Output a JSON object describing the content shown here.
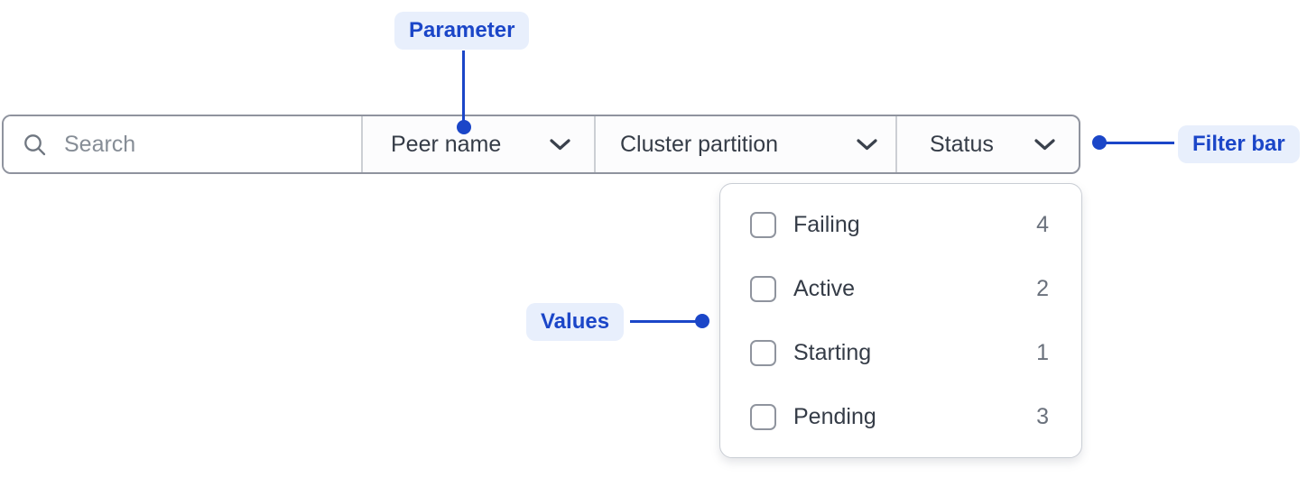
{
  "colors": {
    "accent_blue": "#1B46C8",
    "accent_pill_bg": "#E8EFFC",
    "bar_border": "#8F939E",
    "divider": "#CCCFD4",
    "text_dark": "#353C47",
    "text_muted": "#868D96",
    "count_gray": "#6A717C"
  },
  "annotations": {
    "parameter": {
      "label": "Parameter"
    },
    "filter_bar": {
      "label": "Filter bar"
    },
    "values": {
      "label": "Values"
    }
  },
  "filter_bar": {
    "search": {
      "placeholder": "Search"
    },
    "dropdowns": [
      {
        "label": "Peer name"
      },
      {
        "label": "Cluster partition"
      },
      {
        "label": "Status"
      }
    ]
  },
  "status_dropdown": {
    "options": [
      {
        "label": "Failing",
        "count": "4",
        "checked": false
      },
      {
        "label": "Active",
        "count": "2",
        "checked": false
      },
      {
        "label": "Starting",
        "count": "1",
        "checked": false
      },
      {
        "label": "Pending",
        "count": "3",
        "checked": false
      }
    ]
  }
}
